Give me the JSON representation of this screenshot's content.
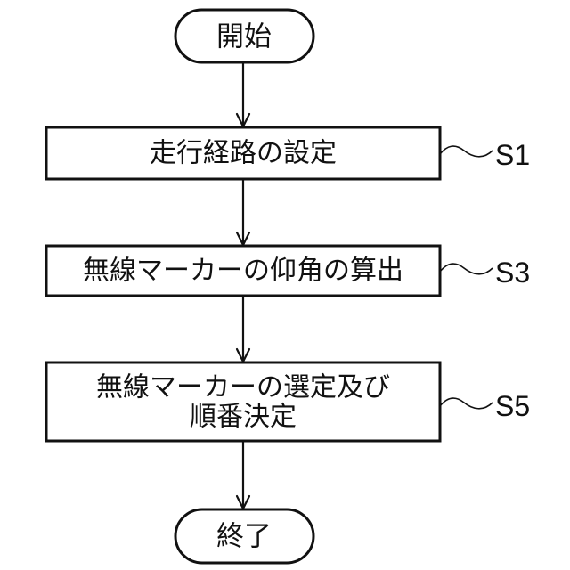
{
  "flowchart": {
    "nodes": {
      "start": {
        "type": "terminator",
        "label": "開始"
      },
      "s1": {
        "type": "process",
        "label": "走行経路の設定",
        "step": "S1"
      },
      "s3": {
        "type": "process",
        "label": "無線マーカーの仰角の算出",
        "step": "S3"
      },
      "s5": {
        "type": "process",
        "line1": "無線マーカーの選定及び",
        "line2": "順番決定",
        "step": "S5"
      },
      "end": {
        "type": "terminator",
        "label": "終了"
      }
    },
    "edges": [
      {
        "from": "start",
        "to": "s1"
      },
      {
        "from": "s1",
        "to": "s3"
      },
      {
        "from": "s3",
        "to": "s5"
      },
      {
        "from": "s5",
        "to": "end"
      }
    ],
    "colors": {
      "stroke": "#111111",
      "background": "#ffffff"
    }
  }
}
